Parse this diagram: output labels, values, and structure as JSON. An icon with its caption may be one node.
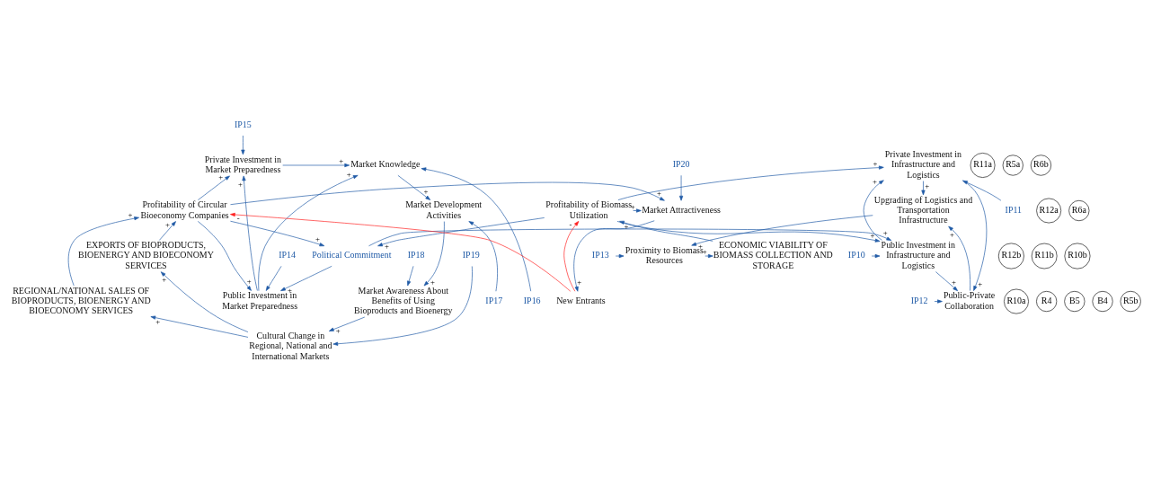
{
  "diagram": {
    "nodes": [
      {
        "text": [
          "Market Knowledge"
        ]
      },
      {
        "text": [
          "IP16"
        ]
      },
      {
        "text": [
          "IP14"
        ]
      },
      {
        "text": [
          "Public Investment in Market Preparedness"
        ]
      },
      {
        "text": [
          "Political Commitment"
        ]
      },
      {
        "text": [
          "Public Investment in Infrastructure and Logistics"
        ]
      },
      {
        "text": [
          "IP10"
        ]
      },
      {
        "text": [
          "Public-Private Collaboration"
        ]
      },
      {
        "text": [
          "Private Investment in Market Preparedness"
        ]
      },
      {
        "text": [
          "IP15"
        ]
      },
      {
        "text": [
          "IP20"
        ]
      },
      {
        "text": [
          "Market Attractiveness"
        ]
      },
      {
        "text": [
          "Private Investment in Infrastructure and Logistics"
        ]
      },
      {
        "text": [
          "IP12"
        ]
      },
      {
        "text": [
          "Upgrading of Logistics and Transportation Infrastructure"
        ]
      },
      {
        "text": [
          "Market Development Activities"
        ]
      },
      {
        "text": [
          "IP17"
        ]
      },
      {
        "text": [
          "Profitability of Circular Bioeconomy Companies"
        ]
      },
      {
        "text": [
          "Profitability of Biomass Utilization"
        ]
      },
      {
        "text": [
          "IP11"
        ]
      },
      {
        "text": [
          "Market Awareness About Benefits of Using Bioproducts and Bioenergy"
        ]
      },
      {
        "text": [
          "REGIONAL/NATIONAL SALES OF BIOPRODUCTS, BIOENERGY AND BIOECONOMY SERVICES"
        ]
      },
      {
        "text": [
          "New Entrants"
        ]
      },
      {
        "text": [
          "ECONOMIC VIABILITY OF BIOMASS COLLECTION AND STORAGE"
        ]
      },
      {
        "text": [
          "IP13"
        ]
      },
      {
        "text": [
          "Proximity to Biomass Resources"
        ]
      },
      {
        "text": [
          "IP18"
        ]
      },
      {
        "text": [
          "IP19"
        ]
      },
      {
        "text": [
          "EXPORTS OF BIOPRODUCTS, BIOENERGY AND BIOECONOMY SERVICES"
        ]
      },
      {
        "text": [
          "Cultural Change in Regional, National and International Markets"
        ]
      }
    ],
    "edges": [
      {
        "from": 1,
        "to": 0,
        "arrow": "to"
      },
      {
        "from": 2,
        "to": 3,
        "arrow": "to"
      },
      {
        "from": 3,
        "to": 0,
        "arrow": "to",
        "label": "+"
      },
      {
        "from": 3,
        "to": 8,
        "arrow": "to",
        "label": "+"
      },
      {
        "from": 8,
        "to": 0,
        "arrow": "to",
        "label": "+"
      },
      {
        "from": 0,
        "to": 15,
        "arrow": "to",
        "label": "+"
      },
      {
        "from": 16,
        "to": 15,
        "arrow": "to"
      },
      {
        "from": 15,
        "to": 20,
        "arrow": "to",
        "label": "+"
      },
      {
        "from": 26,
        "to": 20,
        "arrow": "to"
      },
      {
        "from": 20,
        "to": 29,
        "arrow": "to",
        "label": "+"
      },
      {
        "from": 27,
        "to": 29,
        "arrow": "to"
      },
      {
        "from": 29,
        "to": 21,
        "arrow": "to",
        "label": "+"
      },
      {
        "from": 29,
        "to": 28,
        "arrow": "to",
        "label": "+"
      },
      {
        "from": 21,
        "to": 17,
        "arrow": "to",
        "label": "+"
      },
      {
        "from": 28,
        "to": 17,
        "arrow": "to",
        "label": "+"
      },
      {
        "from": 17,
        "to": 8,
        "arrow": "to",
        "label": "+"
      },
      {
        "from": 17,
        "to": 3,
        "arrow": "to",
        "label": "+"
      },
      {
        "from": 17,
        "to": 4,
        "arrow": "to",
        "label": "+"
      },
      {
        "from": 17,
        "to": 11,
        "arrow": "to",
        "label": "+"
      },
      {
        "from": 9,
        "to": 8,
        "arrow": "to"
      },
      {
        "from": 4,
        "to": 3,
        "arrow": "to",
        "label": "+"
      },
      {
        "from": 4,
        "to": 5,
        "arrow": "to",
        "label": "+"
      },
      {
        "from": 18,
        "to": 4,
        "arrow": "to",
        "label": "+"
      },
      {
        "from": 10,
        "to": 11,
        "arrow": "to"
      },
      {
        "from": 18,
        "to": 11,
        "arrow": "to",
        "label": "+"
      },
      {
        "from": 11,
        "to": 22,
        "arrow": "to",
        "label": "+"
      },
      {
        "from": 22,
        "to": 17,
        "arrow": "to",
        "label": "-",
        "color": "#ff2020"
      },
      {
        "from": 22,
        "to": 18,
        "arrow": "to",
        "label": "-",
        "color": "#ff2020"
      },
      {
        "from": 23,
        "to": 18,
        "arrow": "to",
        "label": "+"
      },
      {
        "from": 18,
        "to": 5,
        "arrow": "to",
        "label": "+"
      },
      {
        "from": 18,
        "to": 12,
        "arrow": "to",
        "label": "+"
      },
      {
        "from": 6,
        "to": 5,
        "arrow": "to"
      },
      {
        "from": 5,
        "to": 12,
        "arrow": "to",
        "label": "+"
      },
      {
        "from": 5,
        "to": 7,
        "arrow": "to",
        "label": "+"
      },
      {
        "from": 12,
        "to": 7,
        "arrow": "to",
        "label": "+"
      },
      {
        "from": 13,
        "to": 7,
        "arrow": "to"
      },
      {
        "from": 19,
        "to": 12,
        "arrow": "to"
      },
      {
        "from": 7,
        "to": 14,
        "arrow": "to",
        "label": "+"
      },
      {
        "from": 12,
        "to": 14,
        "arrow": "to",
        "label": "+"
      },
      {
        "from": 14,
        "to": 25,
        "arrow": "to",
        "label": "+"
      },
      {
        "from": 24,
        "to": 25,
        "arrow": "to"
      },
      {
        "from": 25,
        "to": 23,
        "arrow": "to",
        "label": "+"
      }
    ],
    "labels": [
      "R10a",
      "R11a",
      "R4",
      "R5a",
      "R12a",
      "R6b",
      "R6a",
      "B5",
      "B4",
      "R5b",
      "R12b",
      "R11b",
      "R10b"
    ]
  }
}
